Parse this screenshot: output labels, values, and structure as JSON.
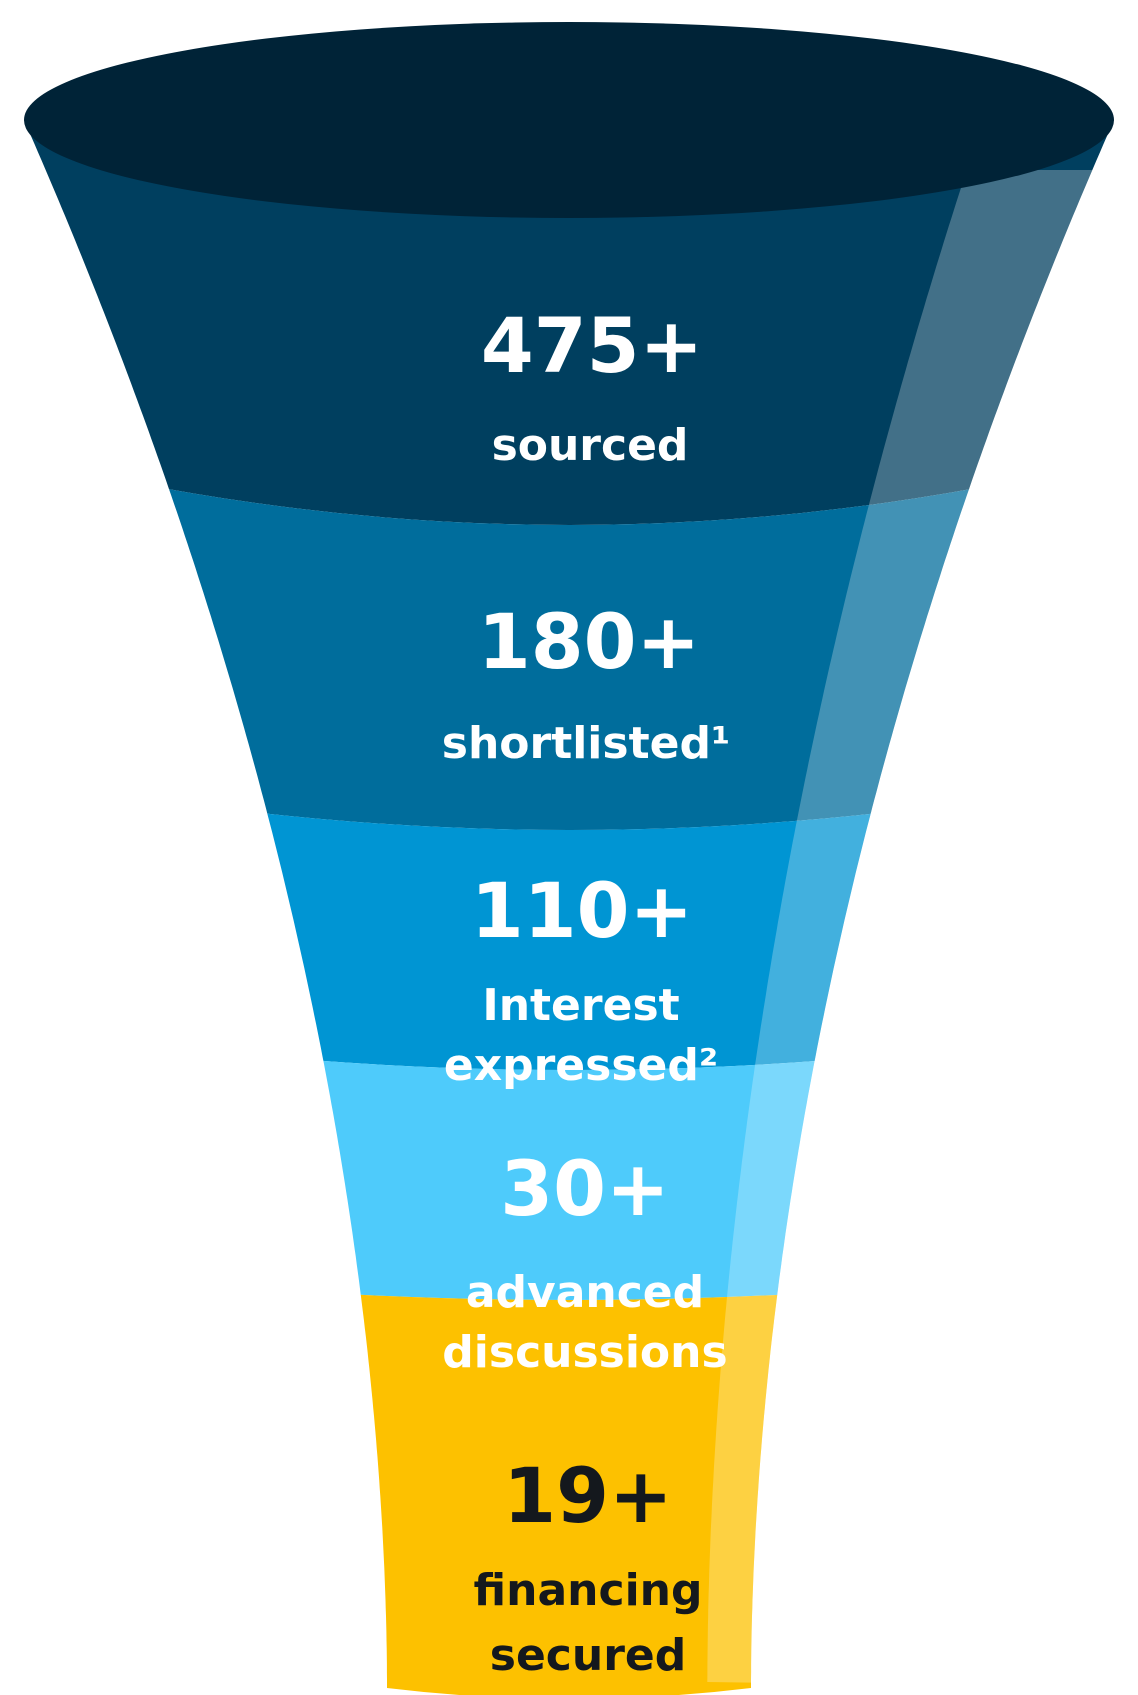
{
  "stages": [
    {
      "value": "475+",
      "label_lines": [
        "sourced"
      ],
      "color": "#003f5f"
    },
    {
      "value": "180+",
      "label_lines": [
        "shortlisted¹"
      ],
      "color": "#006d9c"
    },
    {
      "value": "110+",
      "label_lines": [
        "Interest",
        "expressed²"
      ],
      "color": "#0095d3"
    },
    {
      "value": "30+",
      "label_lines": [
        "advanced",
        "discussions"
      ],
      "color": "#4ecbfb"
    },
    {
      "value": "19+",
      "label_lines": [
        "financing",
        "secured"
      ],
      "color": "#fdc100"
    }
  ],
  "colors": {
    "funnel_top": "#002337",
    "highlight": "#ffffff",
    "final_text": "#14181d"
  }
}
